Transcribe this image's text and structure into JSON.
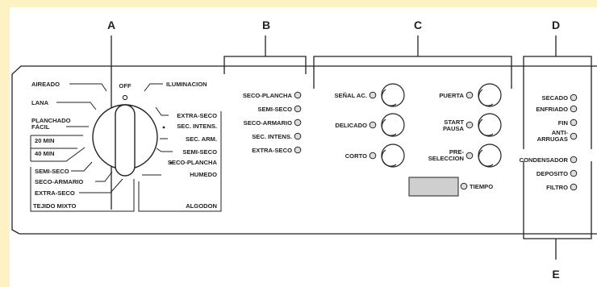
{
  "callouts": {
    "a": "A",
    "b": "B",
    "c": "C",
    "d": "D",
    "e": "E"
  },
  "dial": {
    "top_label": "OFF",
    "left_programs": [
      "AIREADO",
      "LANA",
      "PLANCHADO",
      "FÁCIL",
      "20 MIN",
      "40 MIN",
      "SEMI-SECO",
      "SECO-ARMARIO",
      "EXTRA-SECO"
    ],
    "right_programs": [
      "ILUMINACION",
      "EXTRA-SECO",
      "SEC. INTENS.",
      "SEC. ARM.",
      "SEMI-SECO",
      "SECO-PLANCHA",
      "HUMEDO"
    ],
    "group_left": "TEJIDO MIXTO",
    "group_right": "ALGODON"
  },
  "indicators_b": [
    "SECO-PLANCHA",
    "SEMI-SECO",
    "SECO-ARMARIO",
    "SEC. INTENS.",
    "EXTRA-SECO"
  ],
  "buttons_c": {
    "senal": "SEÑAL AC.",
    "delicado": "DELICADO",
    "corto": "CORTO",
    "puerta": "PUERTA",
    "start": "START",
    "pausa": "PAUSA",
    "pre": "PRE-",
    "seleccion": "SELECCION",
    "tiempo": "TIEMPO"
  },
  "indicators_d": [
    "SECADO",
    "ENFRIADO",
    "FIN",
    "ANTI-",
    "ARRUGAS"
  ],
  "indicators_e": [
    "CONDENSADOR",
    "DEPOSITO",
    "FILTRO"
  ]
}
